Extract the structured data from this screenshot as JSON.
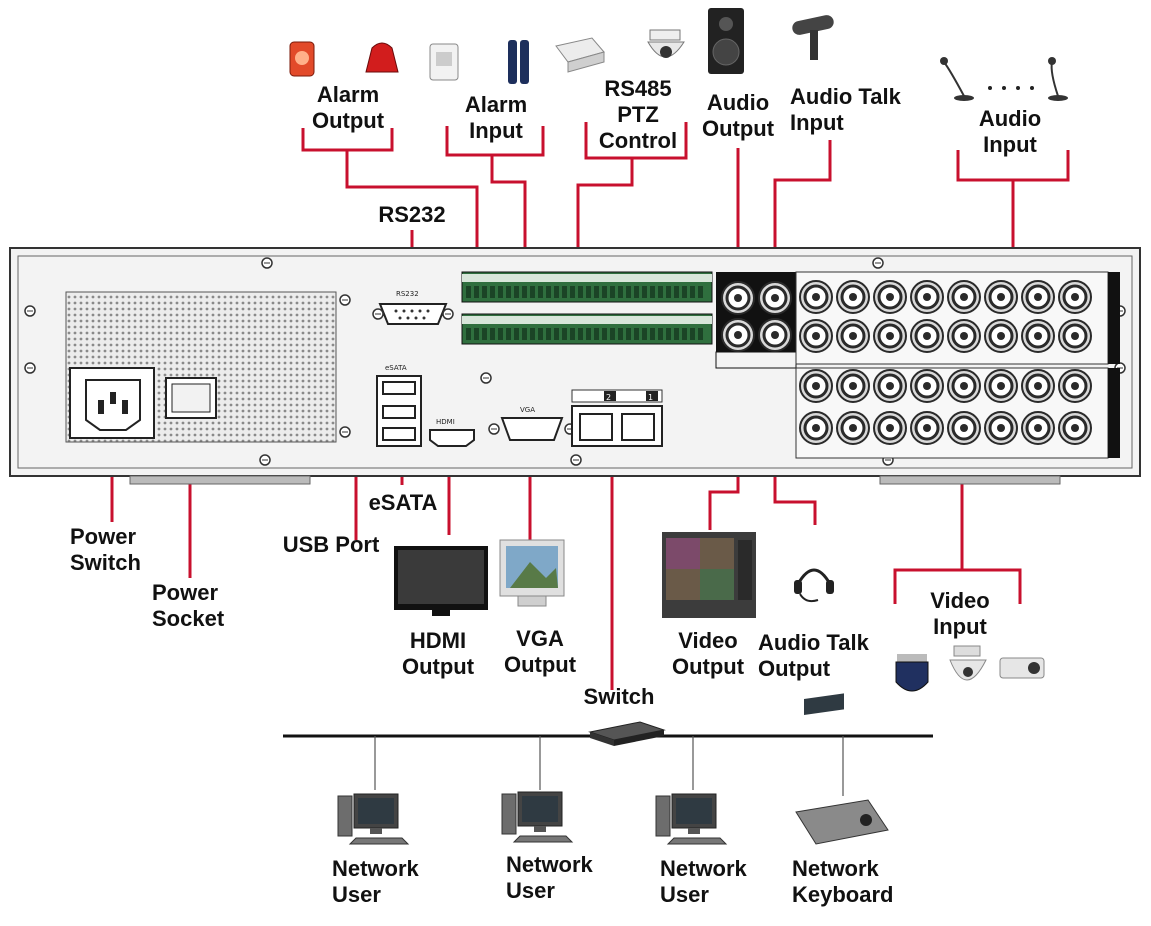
{
  "labels": {
    "alarm_output": "Alarm\nOutput",
    "alarm_input": "Alarm\nInput",
    "rs485": "RS485\nPTZ\nControl",
    "audio_output": "Audio\nOutput",
    "audio_talk_input": "Audio Talk\nInput",
    "audio_input": "Audio\nInput",
    "rs232": "RS232",
    "esata": "eSATA",
    "usb_port": "USB Port",
    "power_switch": "Power\nSwitch",
    "power_socket": "Power\nSocket",
    "hdmi_output": "HDMI\nOutput",
    "vga_output": "VGA\nOutput",
    "switch": "Switch",
    "video_output": "Video\nOutput",
    "audio_talk_output": "Audio Talk\nOutput",
    "video_input": "Video\nInput",
    "network_user_1": "Network\nUser",
    "network_user_2": "Network\nUser",
    "network_user_3": "Network\nUser",
    "network_keyboard": "Network\nKeyboard"
  },
  "panel": {
    "rs232_tag": "RS232",
    "esata_tag": "eSATA",
    "hdmi_tag": "HDMI",
    "vga_tag": "VGA",
    "lan_port_2": "2",
    "lan_port_1": "1"
  },
  "colors": {
    "connector_line": "#c8102e",
    "panel_fill": "#e6e6e6",
    "panel_stroke": "#333333",
    "terminal_green": "#2f6f3e",
    "bnc_ring": "#2a2a2a"
  },
  "icons": {
    "alarm_output_devices": [
      "strobe-siren-icon",
      "red-beacon-icon"
    ],
    "alarm_input_devices": [
      "pir-sensor-icon",
      "door-contact-icon",
      "smoke-detector-icon"
    ],
    "ptz": "ptz-dome-camera-icon",
    "audio_output": "speaker-icon",
    "audio_talk_input": "microphone-icon",
    "audio_input": "desk-microphone-icon",
    "hdmi_output": "flat-screen-monitor-icon",
    "vga_output": "crt-monitor-icon",
    "switch": "network-switch-icon",
    "video_output": "crt-video-monitor-icon",
    "audio_talk_output": "headset-icon",
    "video_input": [
      "dome-camera-icon",
      "speed-dome-icon",
      "box-camera-icon"
    ],
    "network_user": "desktop-computer-icon",
    "network_keyboard": "ptz-keyboard-icon"
  }
}
